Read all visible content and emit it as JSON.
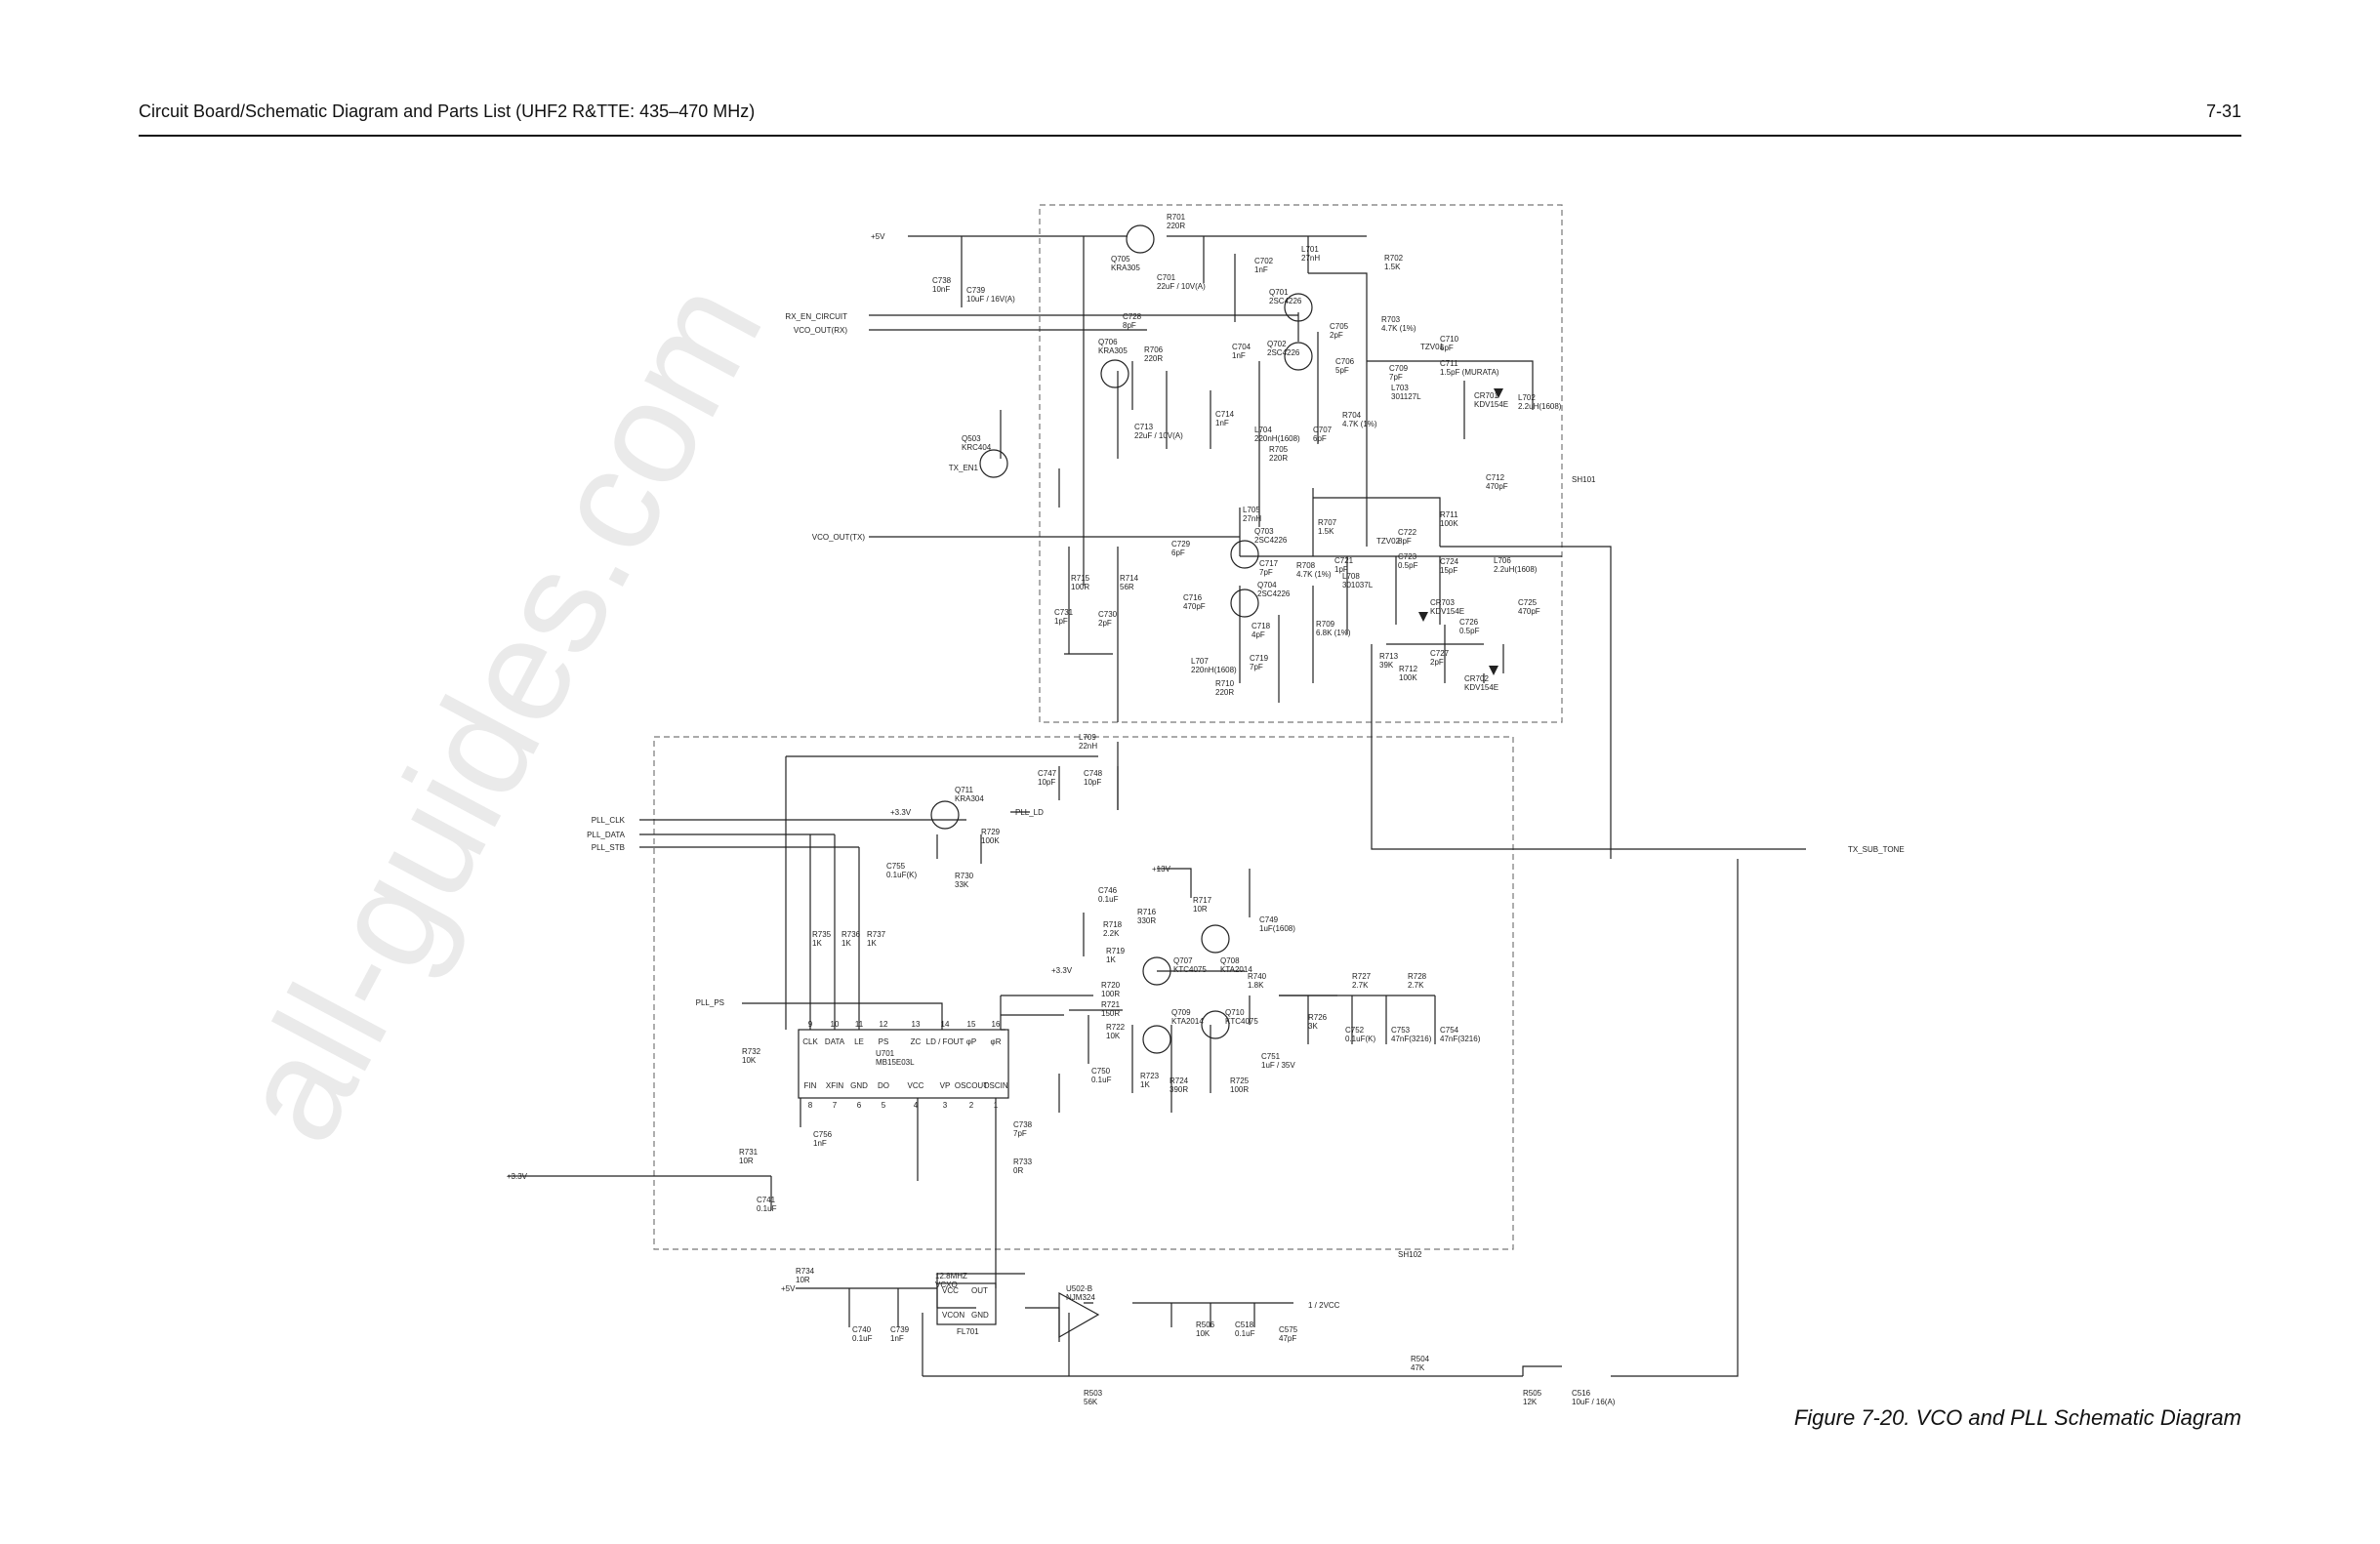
{
  "header": {
    "title": "Circuit Board/Schematic Diagram and Parts List (UHF2 R&TTE: 435–470 MHz)",
    "page_number": "7-31"
  },
  "caption": "Figure 7-20. VCO and PLL Schematic Diagram",
  "watermark": "all-guides.com",
  "sections": {
    "vco": "SH101",
    "pll": "SH102"
  },
  "nets": {
    "plus5v_top": "+5V",
    "rx_en_circuit": "RX_EN_CIRCUIT",
    "vco_out_rx": "VCO_OUT(RX)",
    "tx_en1": "TX_EN1",
    "vco_out_tx": "VCO_OUT(TX)",
    "pll_clk": "PLL_CLK",
    "pll_data": "PLL_DATA",
    "pll_stb": "PLL_STB",
    "pll_ps": "PLL_PS",
    "plus3v3_a": "+3.3V",
    "pll_ld": "PLL_LD",
    "plus13v": "+13V",
    "plus3v3_b": "+3.3V",
    "plus3v3_c": "+3.3V",
    "tx_sub_tone": "TX_SUB_TONE",
    "plus5v_bottom": "+5V",
    "half_vcc": "1 / 2VCC"
  },
  "components": {
    "r701": [
      "R701",
      "220R"
    ],
    "q705": [
      "Q705",
      "KRA305"
    ],
    "c738": [
      "C738",
      "10nF"
    ],
    "c739": [
      "C739",
      "10uF / 16V(A)"
    ],
    "c701": [
      "C701",
      "22uF / 10V(A)"
    ],
    "c702": [
      "C702",
      "1nF"
    ],
    "l701": [
      "L701",
      "27nH"
    ],
    "r702": [
      "R702",
      "1.5K"
    ],
    "q701": [
      "Q701",
      "2SC4226"
    ],
    "c728": [
      "C728",
      "8pF"
    ],
    "q706": [
      "Q706",
      "KRA305"
    ],
    "r706": [
      "R706",
      "220R"
    ],
    "c704": [
      "C704",
      "1nF"
    ],
    "q702": [
      "Q702",
      "2SC4226"
    ],
    "c705": [
      "C705",
      "2pF"
    ],
    "r703": [
      "R703",
      "4.7K (1%)"
    ],
    "c706": [
      "C706",
      "5pF"
    ],
    "c709": [
      "C709",
      "7pF"
    ],
    "c710": [
      "C710",
      "6pF"
    ],
    "tzv01": [
      "TZV01",
      ""
    ],
    "c711": [
      "C711",
      "1.5pF (MURATA)"
    ],
    "l703": [
      "L703",
      "301127L"
    ],
    "cr701": [
      "CR701",
      "KDV154E"
    ],
    "l702": [
      "L702",
      "2.2uH(1608)"
    ],
    "c713": [
      "C713",
      "22uF / 10V(A)"
    ],
    "c714": [
      "C714",
      "1nF"
    ],
    "r704": [
      "R704",
      "4.7K (1%)"
    ],
    "l704": [
      "L704",
      "220nH(1608)"
    ],
    "c707": [
      "C707",
      "6pF"
    ],
    "r705": [
      "R705",
      "220R"
    ],
    "q503": [
      "Q503",
      "KRC404"
    ],
    "c712": [
      "C712",
      "470pF"
    ],
    "l705": [
      "L705",
      "27nH"
    ],
    "r707": [
      "R707",
      "1.5K"
    ],
    "r711": [
      "R711",
      "100K"
    ],
    "c729": [
      "C729",
      "6pF"
    ],
    "q703": [
      "Q703",
      "2SC4226"
    ],
    "c721": [
      "C721",
      "1pF"
    ],
    "tzv02": [
      "TZV02",
      ""
    ],
    "c722": [
      "C722",
      "8pF"
    ],
    "c723": [
      "C723",
      "0.5pF"
    ],
    "c724": [
      "C724",
      "15pF"
    ],
    "l706": [
      "L706",
      "2.2uH(1608)"
    ],
    "r715": [
      "R715",
      "100R"
    ],
    "r714": [
      "R714",
      "56R"
    ],
    "c717": [
      "C717",
      "7pF"
    ],
    "r708": [
      "R708",
      "4.7K (1%)"
    ],
    "l708": [
      "L708",
      "301037L"
    ],
    "q704": [
      "Q704",
      "2SC4226"
    ],
    "c716": [
      "C716",
      "470pF"
    ],
    "cr703": [
      "CR703",
      "KDV154E"
    ],
    "c725": [
      "C725",
      "470pF"
    ],
    "c731": [
      "C731",
      "1pF"
    ],
    "c730": [
      "C730",
      "2pF"
    ],
    "c718": [
      "C718",
      "4pF"
    ],
    "r709": [
      "R709",
      "6.8K (1%)"
    ],
    "c726": [
      "C726",
      "0.5pF"
    ],
    "l707": [
      "L707",
      "220nH(1608)"
    ],
    "c719": [
      "C719",
      "7pF"
    ],
    "r713": [
      "R713",
      "39K"
    ],
    "r712": [
      "R712",
      "100K"
    ],
    "c727": [
      "C727",
      "2pF"
    ],
    "cr702": [
      "CR702",
      "KDV154E"
    ],
    "r710": [
      "R710",
      "220R"
    ],
    "l709": [
      "L709",
      "22nH"
    ],
    "c747": [
      "C747",
      "10pF"
    ],
    "c748": [
      "C748",
      "10pF"
    ],
    "q711": [
      "Q711",
      "KRA304"
    ],
    "r729": [
      "R729",
      "100K"
    ],
    "c755": [
      "C755",
      "0.1uF(K)"
    ],
    "r730": [
      "R730",
      "33K"
    ],
    "c746": [
      "C746",
      "0.1uF"
    ],
    "r717": [
      "R717",
      "10R"
    ],
    "c749": [
      "C749",
      "1uF(1608)"
    ],
    "r716": [
      "R716",
      "330R"
    ],
    "r718": [
      "R718",
      "2.2K"
    ],
    "r719": [
      "R719",
      "1K"
    ],
    "q707": [
      "Q707",
      "KTC4075"
    ],
    "q708": [
      "Q708",
      "KTA2014"
    ],
    "r740": [
      "R740",
      "1.8K"
    ],
    "r727": [
      "R727",
      "2.7K"
    ],
    "r728": [
      "R728",
      "2.7K"
    ],
    "r735": [
      "R735",
      "1K"
    ],
    "r736": [
      "R736",
      "1K"
    ],
    "r737": [
      "R737",
      "1K"
    ],
    "r720": [
      "R720",
      "100R"
    ],
    "r721": [
      "R721",
      "150R"
    ],
    "q709": [
      "Q709",
      "KTA2014"
    ],
    "q710": [
      "Q710",
      "KTC4075"
    ],
    "r726": [
      "R726",
      "3K"
    ],
    "c752": [
      "C752",
      "0.1uF(K)"
    ],
    "c753": [
      "C753",
      "47nF(3216)"
    ],
    "c754": [
      "C754",
      "47nF(3216)"
    ],
    "r722": [
      "R722",
      "10K"
    ],
    "r732": [
      "R732",
      "10K"
    ],
    "u701": [
      "U701",
      "MB15E03L"
    ],
    "c751": [
      "C751",
      "1uF / 35V"
    ],
    "c750": [
      "C750",
      "0.1uF"
    ],
    "r723": [
      "R723",
      "1K"
    ],
    "r724": [
      "R724",
      "390R"
    ],
    "r725": [
      "R725",
      "100R"
    ],
    "c756": [
      "C756",
      "1nF"
    ],
    "c738b": [
      "C738",
      "7pF"
    ],
    "r733": [
      "R733",
      "0R"
    ],
    "r731": [
      "R731",
      "10R"
    ],
    "c741": [
      "C741",
      "0.1uF"
    ],
    "r734": [
      "R734",
      "10R"
    ],
    "fl701_freq": [
      "12.8MHZ",
      "VCXO"
    ],
    "fl701": [
      "FL701",
      ""
    ],
    "c740": [
      "C740",
      "0.1uF"
    ],
    "c739b": [
      "C739",
      "1nF"
    ],
    "u502": [
      "U502-B",
      "NJM324"
    ],
    "r506": [
      "R506",
      "10K"
    ],
    "c518": [
      "C518",
      "0.1uF"
    ],
    "c575": [
      "C575",
      "47pF"
    ],
    "r503": [
      "R503",
      "56K"
    ],
    "r504": [
      "R504",
      "47K"
    ],
    "r505": [
      "R505",
      "12K"
    ],
    "c516": [
      "C516",
      "10uF / 16(A)"
    ]
  },
  "pins": {
    "u701_top": [
      [
        "9",
        "CLK"
      ],
      [
        "10",
        "DATA"
      ],
      [
        "11",
        "LE"
      ],
      [
        "12",
        "PS"
      ],
      [
        "13",
        "ZC"
      ],
      [
        "14",
        "LD / FOUT"
      ],
      [
        "15",
        "φP"
      ],
      [
        "16",
        "φR"
      ]
    ],
    "u701_bottom": [
      [
        "8",
        "FIN"
      ],
      [
        "7",
        "XFIN"
      ],
      [
        "6",
        "GND"
      ],
      [
        "5",
        "DO"
      ],
      [
        "4",
        "VCC"
      ],
      [
        "3",
        "VP"
      ],
      [
        "2",
        "OSCOUT"
      ],
      [
        "1",
        "OSCIN"
      ]
    ],
    "fl701": [
      "VCC",
      "OUT",
      "VCON",
      "GND"
    ]
  }
}
